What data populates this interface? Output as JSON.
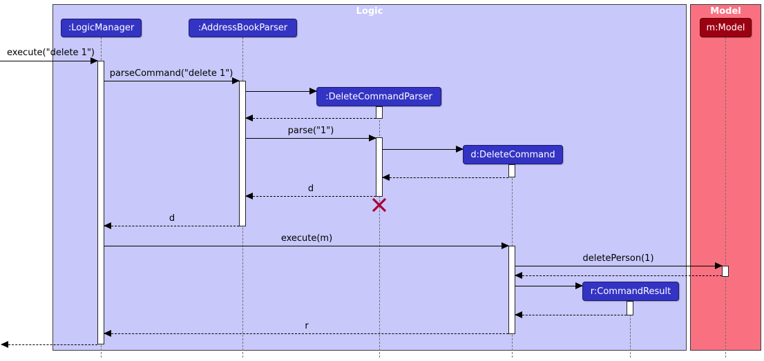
{
  "frames": {
    "logic": {
      "title": "Logic"
    },
    "model": {
      "title": "Model"
    }
  },
  "participants": {
    "logic_manager": ":LogicManager",
    "address_book_parser": ":AddressBookParser",
    "delete_command_parser": ":DeleteCommandParser",
    "delete_command": "d:DeleteCommand",
    "command_result": "r:CommandResult",
    "model": "m:Model"
  },
  "messages": {
    "execute_delete": "execute(\"delete 1\")",
    "parse_command": "parseCommand(\"delete 1\")",
    "parse_one": "parse(\"1\")",
    "return_d_to_parser": "d",
    "return_d_to_manager": "d",
    "execute_m": "execute(m)",
    "delete_person": "deletePerson(1)",
    "return_r": "r"
  },
  "colors": {
    "logic_frame_bg": "#C8C8FA",
    "model_frame_bg": "#F97181",
    "logic_participant_bg": "#3333C4",
    "model_participant_bg": "#9D0012",
    "participant_text": "#FFFFFF",
    "frame_title_text": "#FFFFFF",
    "destroy_x": "#A80036",
    "arrow": "#000000",
    "lifeline": "#6E6E6E",
    "activation_fill": "#FFFFFF"
  }
}
